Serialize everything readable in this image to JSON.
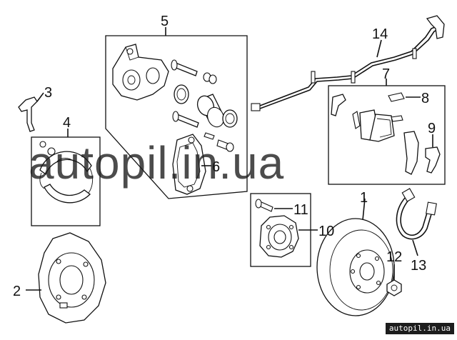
{
  "watermark": {
    "text": "autopil.in.ua",
    "url_tag": "autopil.in.ua"
  },
  "parts": [
    {
      "number": "1"
    },
    {
      "number": "2"
    },
    {
      "number": "3"
    },
    {
      "number": "4"
    },
    {
      "number": "5"
    },
    {
      "number": "6"
    },
    {
      "number": "7"
    },
    {
      "number": "8"
    },
    {
      "number": "9"
    },
    {
      "number": "10"
    },
    {
      "number": "11"
    },
    {
      "number": "12"
    },
    {
      "number": "13"
    },
    {
      "number": "14"
    }
  ],
  "colors": {
    "line": "#111111",
    "background": "#ffffff",
    "tag_background": "#1d1d1d"
  }
}
